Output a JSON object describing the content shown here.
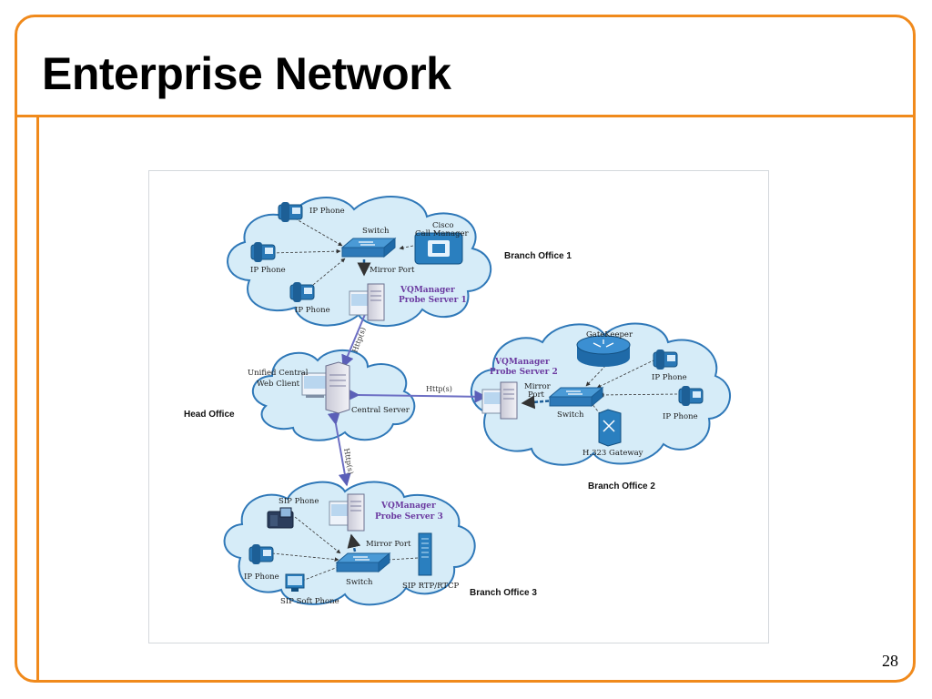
{
  "slide": {
    "title": "Enterprise Network",
    "page_number": "28"
  },
  "diagram": {
    "branch1": {
      "name": "Branch Office 1",
      "ip_phone_1": "IP Phone",
      "ip_phone_2": "IP Phone",
      "ip_phone_3": "IP Phone",
      "switch": "Switch",
      "cisco_line1": "Cisco",
      "cisco_line2": "Call Manager",
      "mirror_port": "Mirror Port",
      "probe_line1": "VQManager",
      "probe_line2": "Probe Server 1"
    },
    "head": {
      "name": "Head Office",
      "client_line1": "Unified Central",
      "client_line2": "Web Client",
      "central_server": "Central Server",
      "http_up": "Http(s)",
      "http_right": "Http(s)",
      "http_down": "Http(s)"
    },
    "branch2": {
      "name": "Branch Office 2",
      "gatekeeper": "GateKeeper",
      "probe_line1": "VQManager",
      "probe_line2": "Probe Server 2",
      "mirror_line1": "Mirror",
      "mirror_line2": "Port",
      "switch": "Switch",
      "ip_phone_1": "IP Phone",
      "ip_phone_2": "IP Phone",
      "gateway": "H.323 Gateway"
    },
    "branch3": {
      "name": "Branch Office 3",
      "sip_phone": "SIP Phone",
      "probe_line1": "VQManager",
      "probe_line2": "Probe Server 3",
      "mirror_port": "Mirror Port",
      "ip_phone": "IP Phone",
      "switch": "Switch",
      "sip_rtp": "SIP RTP/RTCP",
      "sip_soft": "SIP Soft Phone"
    }
  },
  "colors": {
    "accent": "#f08a1c",
    "cloud": "#d6ecf8",
    "cloud_edge": "#2f78b8",
    "probe_text": "#6b3aa0",
    "http_link": "#6d6fc4"
  }
}
